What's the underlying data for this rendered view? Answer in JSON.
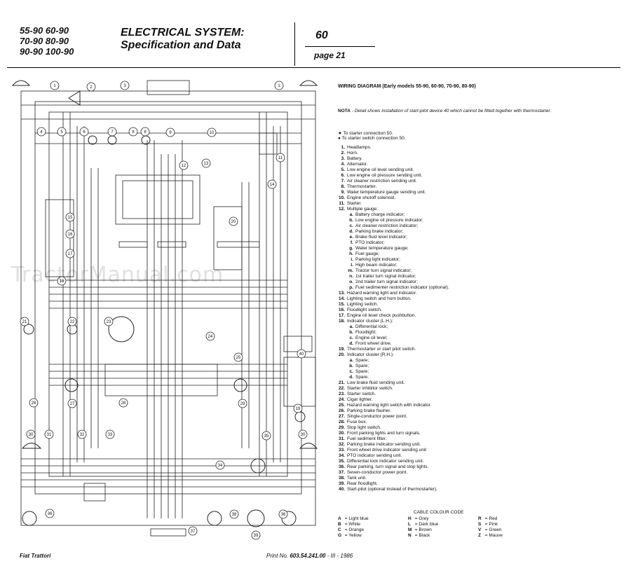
{
  "header": {
    "models": [
      "55-90  60-90",
      "70-90  80-90",
      "90-90 100-90"
    ],
    "title_line1": "ELECTRICAL SYSTEM:",
    "title_line2": "Specification and Data",
    "section": "60",
    "page": "page 21"
  },
  "wiring": {
    "title": "WIRING DIAGRAM (Early models 55-90, 60-90, 70-90, 80-90)",
    "nota_label": "NOTA",
    "nota_text": " - Detail shows installation of start-pilot device 40 which cannot be fitted together with thermostarter.",
    "star_note": "To starter connection 50.",
    "dot_note": "To starter switch connection 50."
  },
  "legend": [
    {
      "n": "1.",
      "t": "Headlamps."
    },
    {
      "n": "2.",
      "t": "Horn."
    },
    {
      "n": "3.",
      "t": "Battery."
    },
    {
      "n": "4.",
      "t": "Alternator."
    },
    {
      "n": "5.",
      "t": "Low engine oil level sending unit."
    },
    {
      "n": "6.",
      "t": "Low engine oil pressure sending unit."
    },
    {
      "n": "7.",
      "t": "Air cleaner restriction sending unit."
    },
    {
      "n": "8.",
      "t": "Thermostarter."
    },
    {
      "n": "9.",
      "t": "Water temperature gauge sending unit."
    },
    {
      "n": "10.",
      "t": "Engine shutoff solenoid."
    },
    {
      "n": "11.",
      "t": "Starter."
    },
    {
      "n": "12.",
      "t": "Multiple gauge:"
    },
    {
      "s": "a.",
      "t": "Battery charge indicator;"
    },
    {
      "s": "b.",
      "t": "Low engine oil pressure indicator;"
    },
    {
      "s": "c.",
      "t": "Air cleaner restriction indicator;"
    },
    {
      "s": "d.",
      "t": "Parking brake indicator;"
    },
    {
      "s": "e.",
      "t": "Brake fluid level indicator;"
    },
    {
      "s": "f.",
      "t": "PTO indicator;"
    },
    {
      "s": "g.",
      "t": "Water temperature gauge;"
    },
    {
      "s": "h.",
      "t": "Fuel gauge;"
    },
    {
      "s": "i.",
      "t": "Parking light indicator;"
    },
    {
      "s": "l.",
      "t": "High beam indicator;"
    },
    {
      "s": "m.",
      "t": "Tractor turn signal indicator;"
    },
    {
      "s": "n.",
      "t": "1st trailer turn signal indicator;"
    },
    {
      "s": "o.",
      "t": "2nd trailer turn signal indicator;"
    },
    {
      "s": "p.",
      "t": "Fuel sedimenter restriction indicator (optional)."
    },
    {
      "n": "13.",
      "t": "Hazard warning light and indicator."
    },
    {
      "n": "14.",
      "t": "Lighting switch and horn button."
    },
    {
      "n": "15.",
      "t": "Lighting switch."
    },
    {
      "n": "16.",
      "t": "Floodlight switch."
    },
    {
      "n": "17.",
      "t": "Engine oil level check pushbutton."
    },
    {
      "n": "18.",
      "t": "Indicator cluster (L.H.):"
    },
    {
      "s": "a.",
      "t": "Differential lock;"
    },
    {
      "s": "b.",
      "t": "Floodlight;"
    },
    {
      "s": "c.",
      "t": "Engine oil level;"
    },
    {
      "s": "d.",
      "t": "Front wheel drive."
    },
    {
      "n": "19.",
      "t": "Thermostarter or start pilot switch."
    },
    {
      "n": "20.",
      "t": "Indicator cluster (R.H.):"
    },
    {
      "s": "a.",
      "t": "Spare;"
    },
    {
      "s": "b.",
      "t": "Spare;"
    },
    {
      "s": "c.",
      "t": "Spare;"
    },
    {
      "s": "d.",
      "t": "Spare."
    },
    {
      "n": "21.",
      "t": "Low brake fluid sending unit."
    },
    {
      "n": "22.",
      "t": "Starter inhibitor switch."
    },
    {
      "n": "23.",
      "t": "Starter switch."
    },
    {
      "n": "24.",
      "t": "Cigar lighter."
    },
    {
      "n": "25.",
      "t": "Hazard warning light switch with indicator."
    },
    {
      "n": "26.",
      "t": "Parking brake flasher."
    },
    {
      "n": "27.",
      "t": "Single-conductor power point."
    },
    {
      "n": "28.",
      "t": "Fuse box."
    },
    {
      "n": "29.",
      "t": "Stop light switch."
    },
    {
      "n": "30.",
      "t": "Front parking lights and turn signals."
    },
    {
      "n": "31.",
      "t": "Fuel sediment filter."
    },
    {
      "n": "32.",
      "t": "Parking brake indicator sending unit."
    },
    {
      "n": "33.",
      "t": "Front wheel drive indicator sending unit"
    },
    {
      "n": "34.",
      "t": "PTO indicator sending unit."
    },
    {
      "n": "35.",
      "t": "Differential lock indicator sending unit."
    },
    {
      "n": "36.",
      "t": "Rear parking, turn signal and stop lights."
    },
    {
      "n": "37.",
      "t": "Seven-conductor power point."
    },
    {
      "n": "38.",
      "t": "Tank unit."
    },
    {
      "n": "39.",
      "t": "Rear floodlight."
    },
    {
      "n": "40.",
      "t": "Start-pilot (optional instead of thermostarter)."
    }
  ],
  "colour_code": {
    "title": "CABLE COLOUR CODE",
    "items": [
      {
        "k": "A",
        "v": "Light blue"
      },
      {
        "k": "H",
        "v": "Grey"
      },
      {
        "k": "R",
        "v": "Red"
      },
      {
        "k": "B",
        "v": "White"
      },
      {
        "k": "L",
        "v": "Dark blue"
      },
      {
        "k": "S",
        "v": "Pink"
      },
      {
        "k": "C",
        "v": "Orange"
      },
      {
        "k": "M",
        "v": "Brown"
      },
      {
        "k": "V",
        "v": "Green"
      },
      {
        "k": "G",
        "v": "Yellow"
      },
      {
        "k": "N",
        "v": "Black"
      },
      {
        "k": "Z",
        "v": "Mauve"
      }
    ]
  },
  "footer": {
    "left": "Fiat Trattori",
    "print_label": "Print No. ",
    "print_no": "603.54.241.00",
    "print_rest": " - III - 1986"
  },
  "diagram_labels": [
    "1",
    "2",
    "3",
    "1",
    "4",
    "5",
    "6",
    "7",
    "8",
    "8",
    "9",
    "10",
    "11",
    "12",
    "13",
    "14",
    "15",
    "16",
    "17",
    "18",
    "19",
    "20",
    "21",
    "22",
    "23",
    "24",
    "25",
    "26",
    "27",
    "28",
    "29",
    "30",
    "31",
    "32",
    "33",
    "34",
    "35",
    "30",
    "36",
    "37",
    "38",
    "39",
    "36",
    "40"
  ],
  "watermark": "TractorManual.com"
}
